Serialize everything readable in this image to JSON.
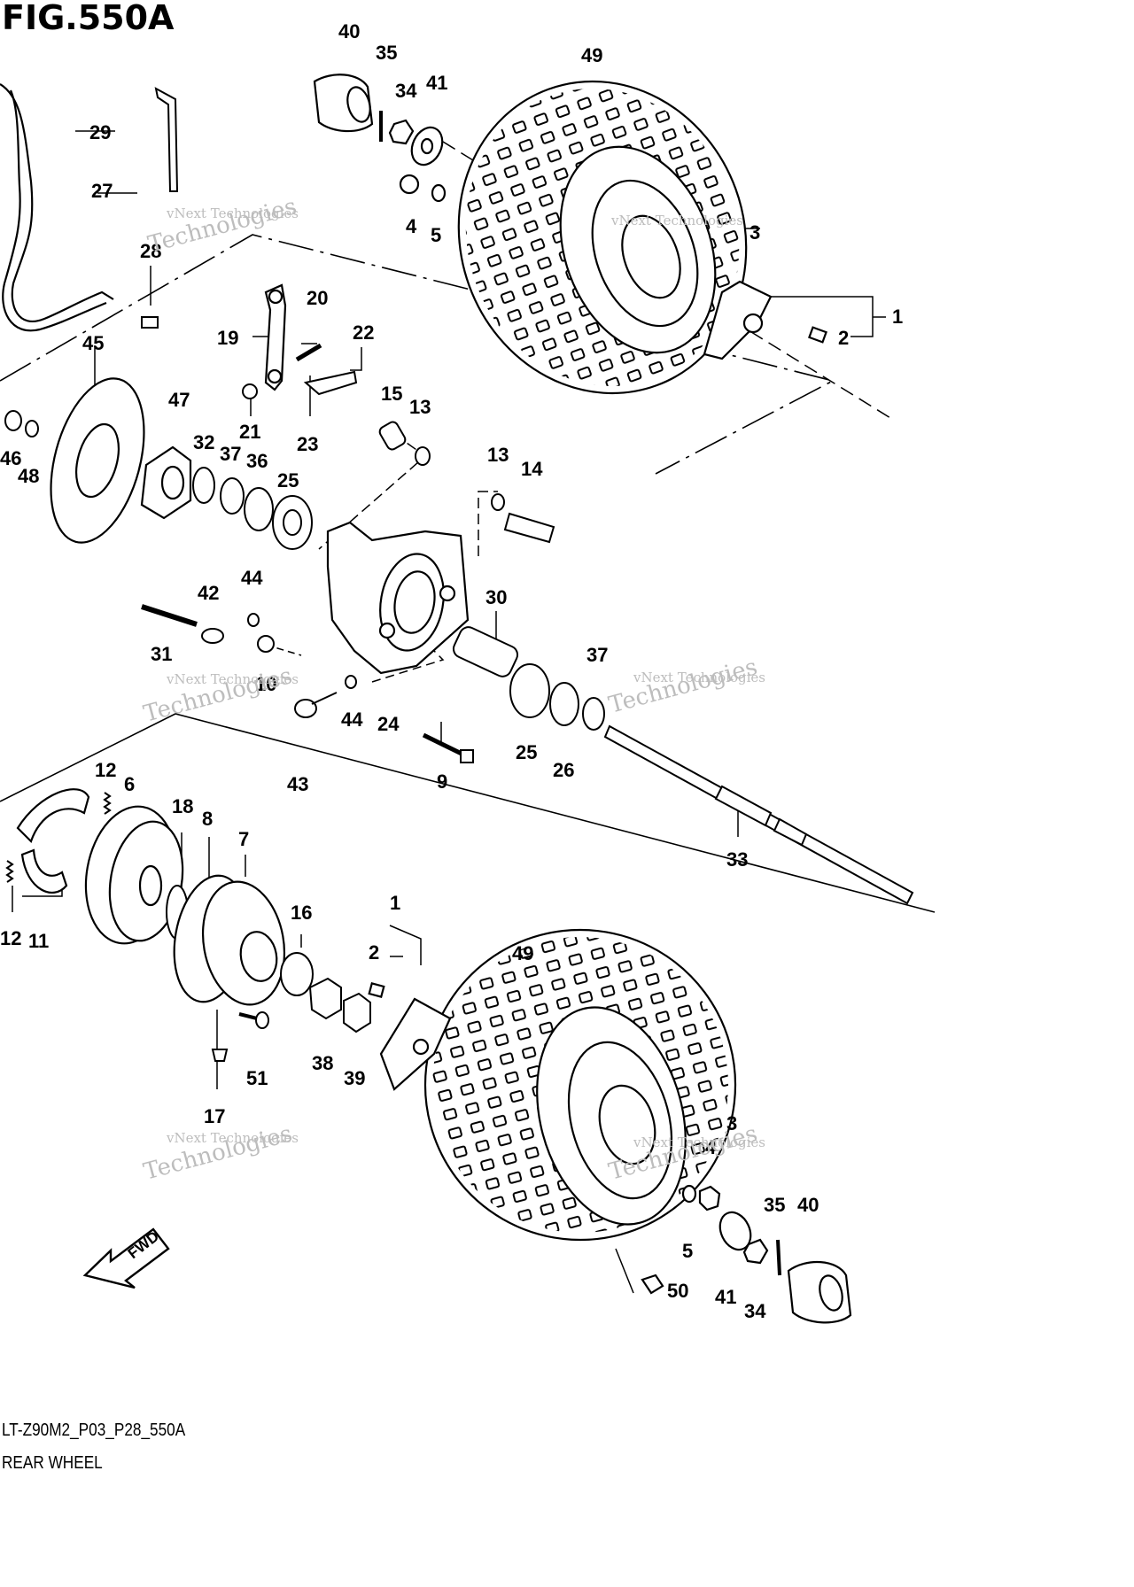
{
  "figure": {
    "title": "FIG.550A",
    "code": "LT-Z90M2_P03_P28_550A",
    "caption": "REAR WHEEL"
  },
  "direction_label": "FWD",
  "watermark": {
    "line1": "vNext Technologies",
    "line2": "Technologies"
  },
  "callouts": [
    "40",
    "35",
    "34",
    "41",
    "49",
    "29",
    "27",
    "4",
    "5",
    "3",
    "28",
    "1",
    "2",
    "19",
    "20",
    "45",
    "22",
    "21",
    "15",
    "13",
    "47",
    "46",
    "48",
    "32",
    "37",
    "36",
    "25",
    "14",
    "23",
    "44",
    "42",
    "30",
    "31",
    "10",
    "24",
    "43",
    "9",
    "26",
    "33",
    "12",
    "6",
    "18",
    "8",
    "7",
    "11",
    "16",
    "38",
    "39",
    "51",
    "17",
    "50"
  ]
}
